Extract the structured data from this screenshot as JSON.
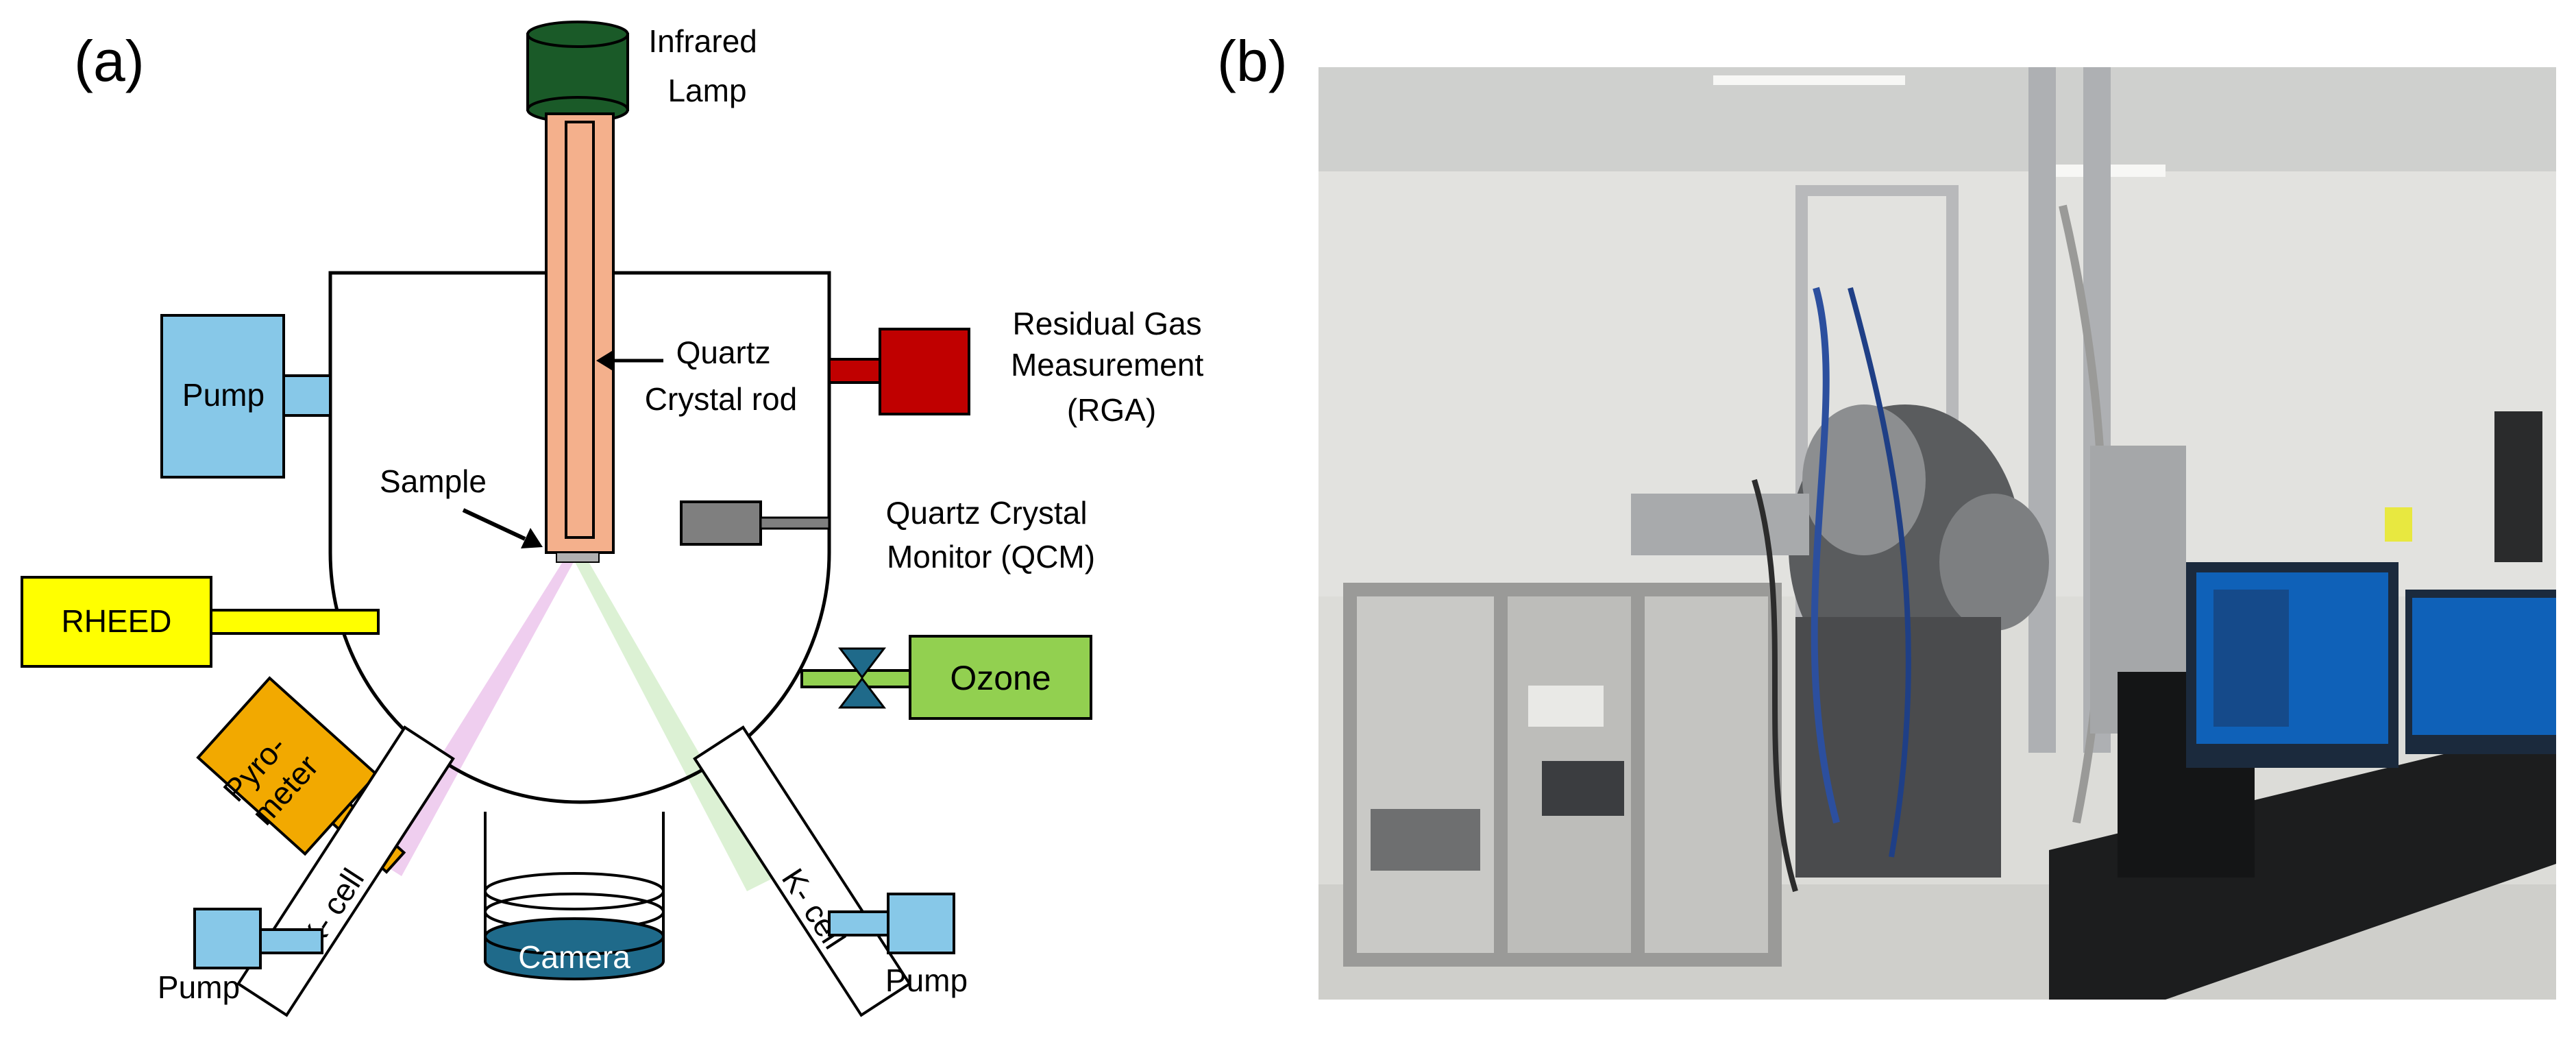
{
  "panels": {
    "a": {
      "label": "(a)"
    },
    "b": {
      "label": "(b)"
    }
  },
  "schematic": {
    "infrared_lamp": [
      "Infrared",
      "Lamp"
    ],
    "quartz_rod": [
      "Quartz",
      "Crystal rod"
    ],
    "rga": [
      "Residual Gas",
      "Measurement",
      "(RGA)"
    ],
    "pump_left": "Pump",
    "sample": "Sample",
    "qcm": [
      "Quartz Crystal",
      "Monitor (QCM)"
    ],
    "rheed": "RHEED",
    "ozone": "Ozone",
    "pyrometer": [
      "Pyro-",
      "meter"
    ],
    "kcell_left": "K- cell",
    "kcell_right": "K- cell",
    "camera": "Camera",
    "pump_bottom_left": "Pump",
    "pump_bottom_right": "Pump"
  },
  "colors": {
    "lamp": "#1a5a28",
    "rod": "#f4b08c",
    "rga": "#c00000",
    "pump": "#87c8e8",
    "rheed": "#ffff00",
    "ozone": "#92d050",
    "valve": "#1f6a8a",
    "pyrometer": "#f2a900",
    "qcm": "#7f7f7f",
    "camera": "#1f6a8a",
    "beam_pink": "#ecc6ec",
    "beam_green": "#d6eecd"
  },
  "photo": {
    "description_icon": "mbe-system-photo"
  }
}
